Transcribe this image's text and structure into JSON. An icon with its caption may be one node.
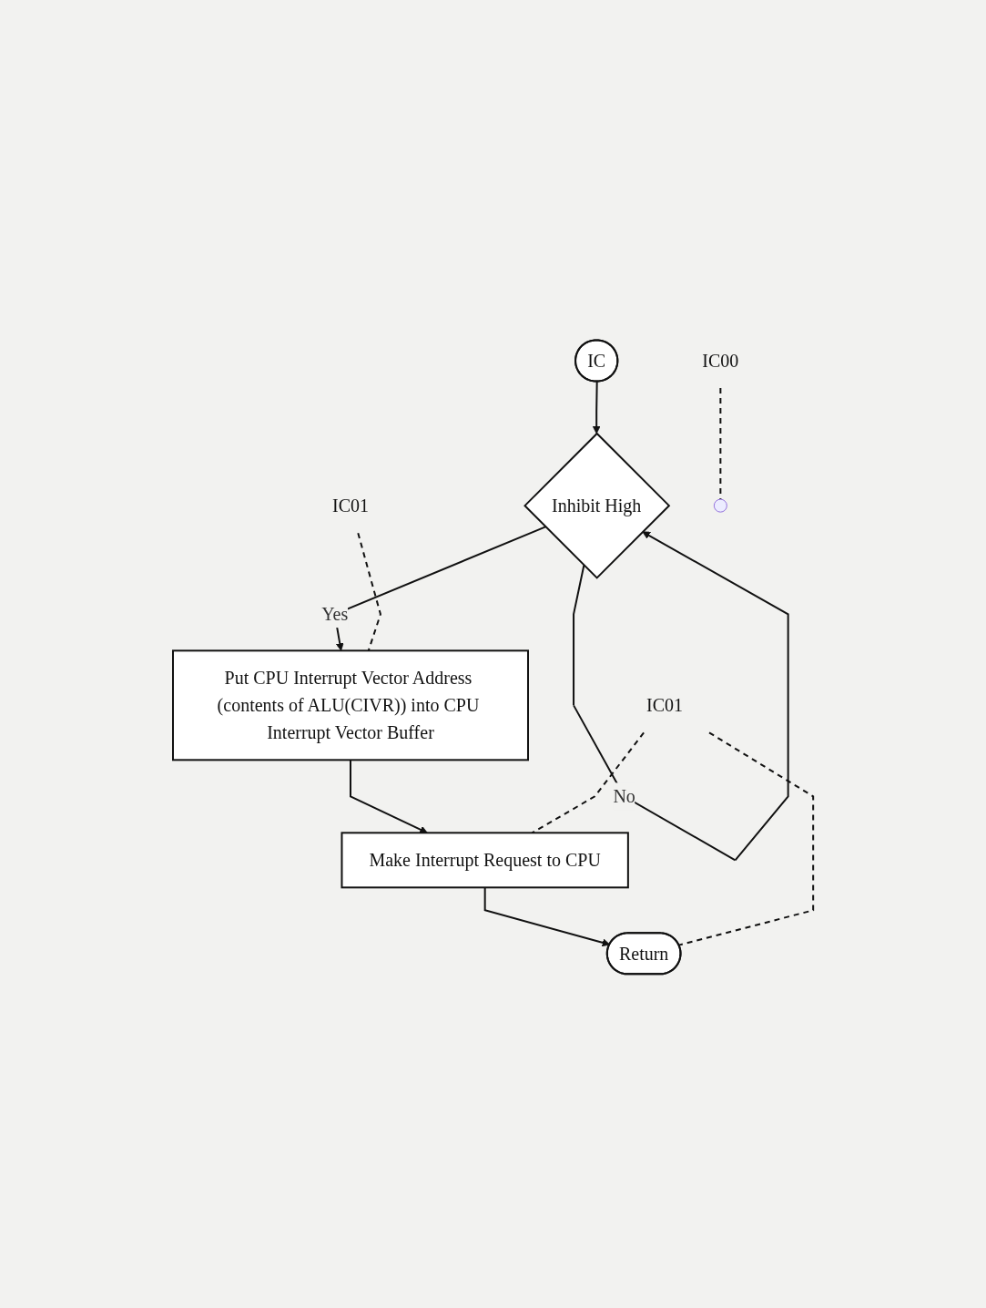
{
  "diagram": {
    "nodes": [
      {
        "text": [
          "IC"
        ]
      },
      {
        "text": [
          "Inhibit High"
        ]
      },
      {
        "text": [
          "Put CPU Interrupt Vector Address (contents of ALU(CIVR)) into CPU Interrupt Vector Buffer"
        ]
      },
      {
        "text": [
          "Make Interrupt Request to CPU"
        ]
      },
      {
        "text": [
          "Return"
        ]
      },
      {
        "text": [
          "IC00"
        ]
      },
      {
        "text": [
          "IC01"
        ]
      },
      {
        "text": [
          "IC01"
        ]
      }
    ],
    "edges": [
      {
        "from": 0,
        "to": 1,
        "arrow": "to"
      },
      {
        "from": 1,
        "to": 1,
        "arrow": "to",
        "label": "No"
      },
      {
        "from": 1,
        "to": 2,
        "arrow": "to",
        "label": "Yes"
      },
      {
        "from": 2,
        "to": 3,
        "arrow": "to"
      },
      {
        "from": 3,
        "to": 4,
        "arrow": "to"
      },
      {
        "from": 5,
        "to": null,
        "arrow": "none",
        "style": "dashed"
      },
      {
        "from": 6,
        "to": 2,
        "arrow": "none",
        "style": "dashed"
      },
      {
        "from": 7,
        "to": 3,
        "arrow": "none",
        "style": "dashed"
      },
      {
        "from": 7,
        "to": 4,
        "arrow": "none",
        "style": "dashed"
      }
    ]
  }
}
